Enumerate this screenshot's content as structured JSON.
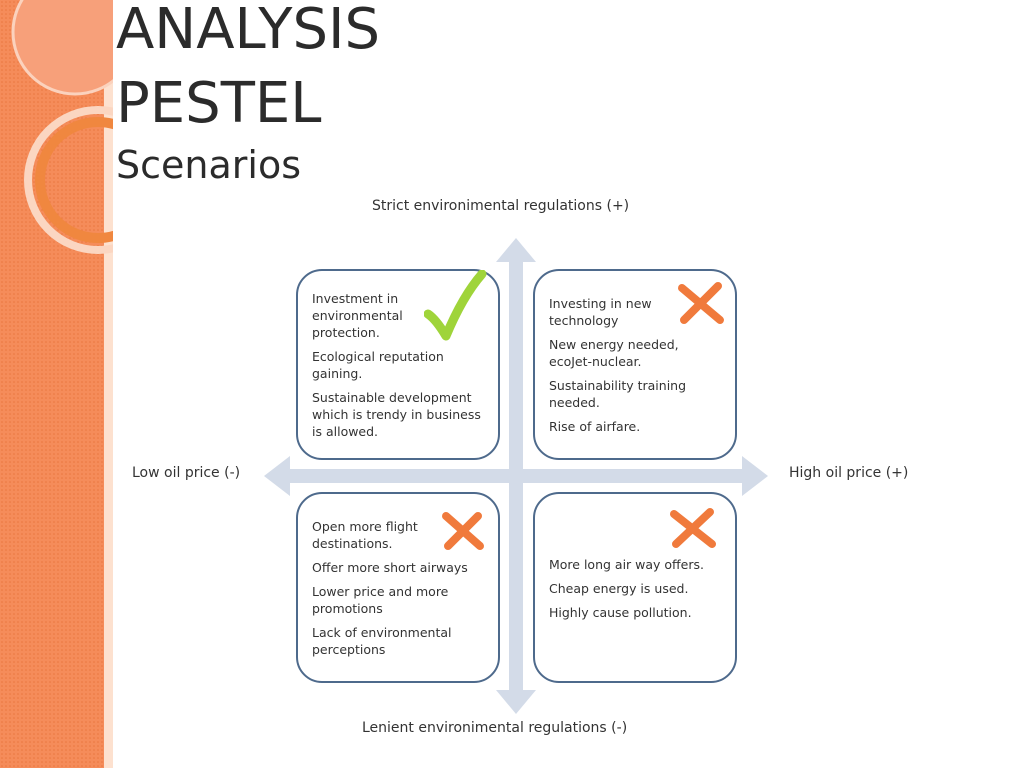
{
  "slide": {
    "title_line1": "ANALYSIS",
    "title_line2": "PESTEL",
    "subtitle": "Scenarios"
  },
  "diagram": {
    "axis_top": "Strict environimental regulations (+)",
    "axis_bottom": "Lenient environimental regulations (-)",
    "axis_left": "Low oil price (-)",
    "axis_right": "High oil price (+)",
    "quadrants": {
      "top_left": {
        "mark": "check-icon",
        "items": [
          "Investment in environmental protection.",
          "Ecological reputation gaining.",
          "Sustainable development which is trendy in business is allowed."
        ]
      },
      "top_right": {
        "mark": "cross-icon",
        "items": [
          "Investing in new technology",
          "New energy needed, ecoJet-nuclear.",
          "Sustainability training needed.",
          "Rise of airfare."
        ]
      },
      "bottom_left": {
        "mark": "cross-icon",
        "items": [
          "Open more flight destinations.",
          "Offer more short airways",
          "Lower price and more promotions",
          "Lack of environmental perceptions"
        ]
      },
      "bottom_right": {
        "mark": "cross-icon",
        "items": [
          "More long air way offers.",
          "Cheap energy is used.",
          "Highly cause pollution."
        ]
      }
    }
  },
  "colors": {
    "strip_orange": "#f58c5a",
    "axis_arrow": "#d3dbe8",
    "box_border": "#4e6a8c",
    "check_green": "#9fd43a",
    "cross_orange": "#f07a3c"
  }
}
